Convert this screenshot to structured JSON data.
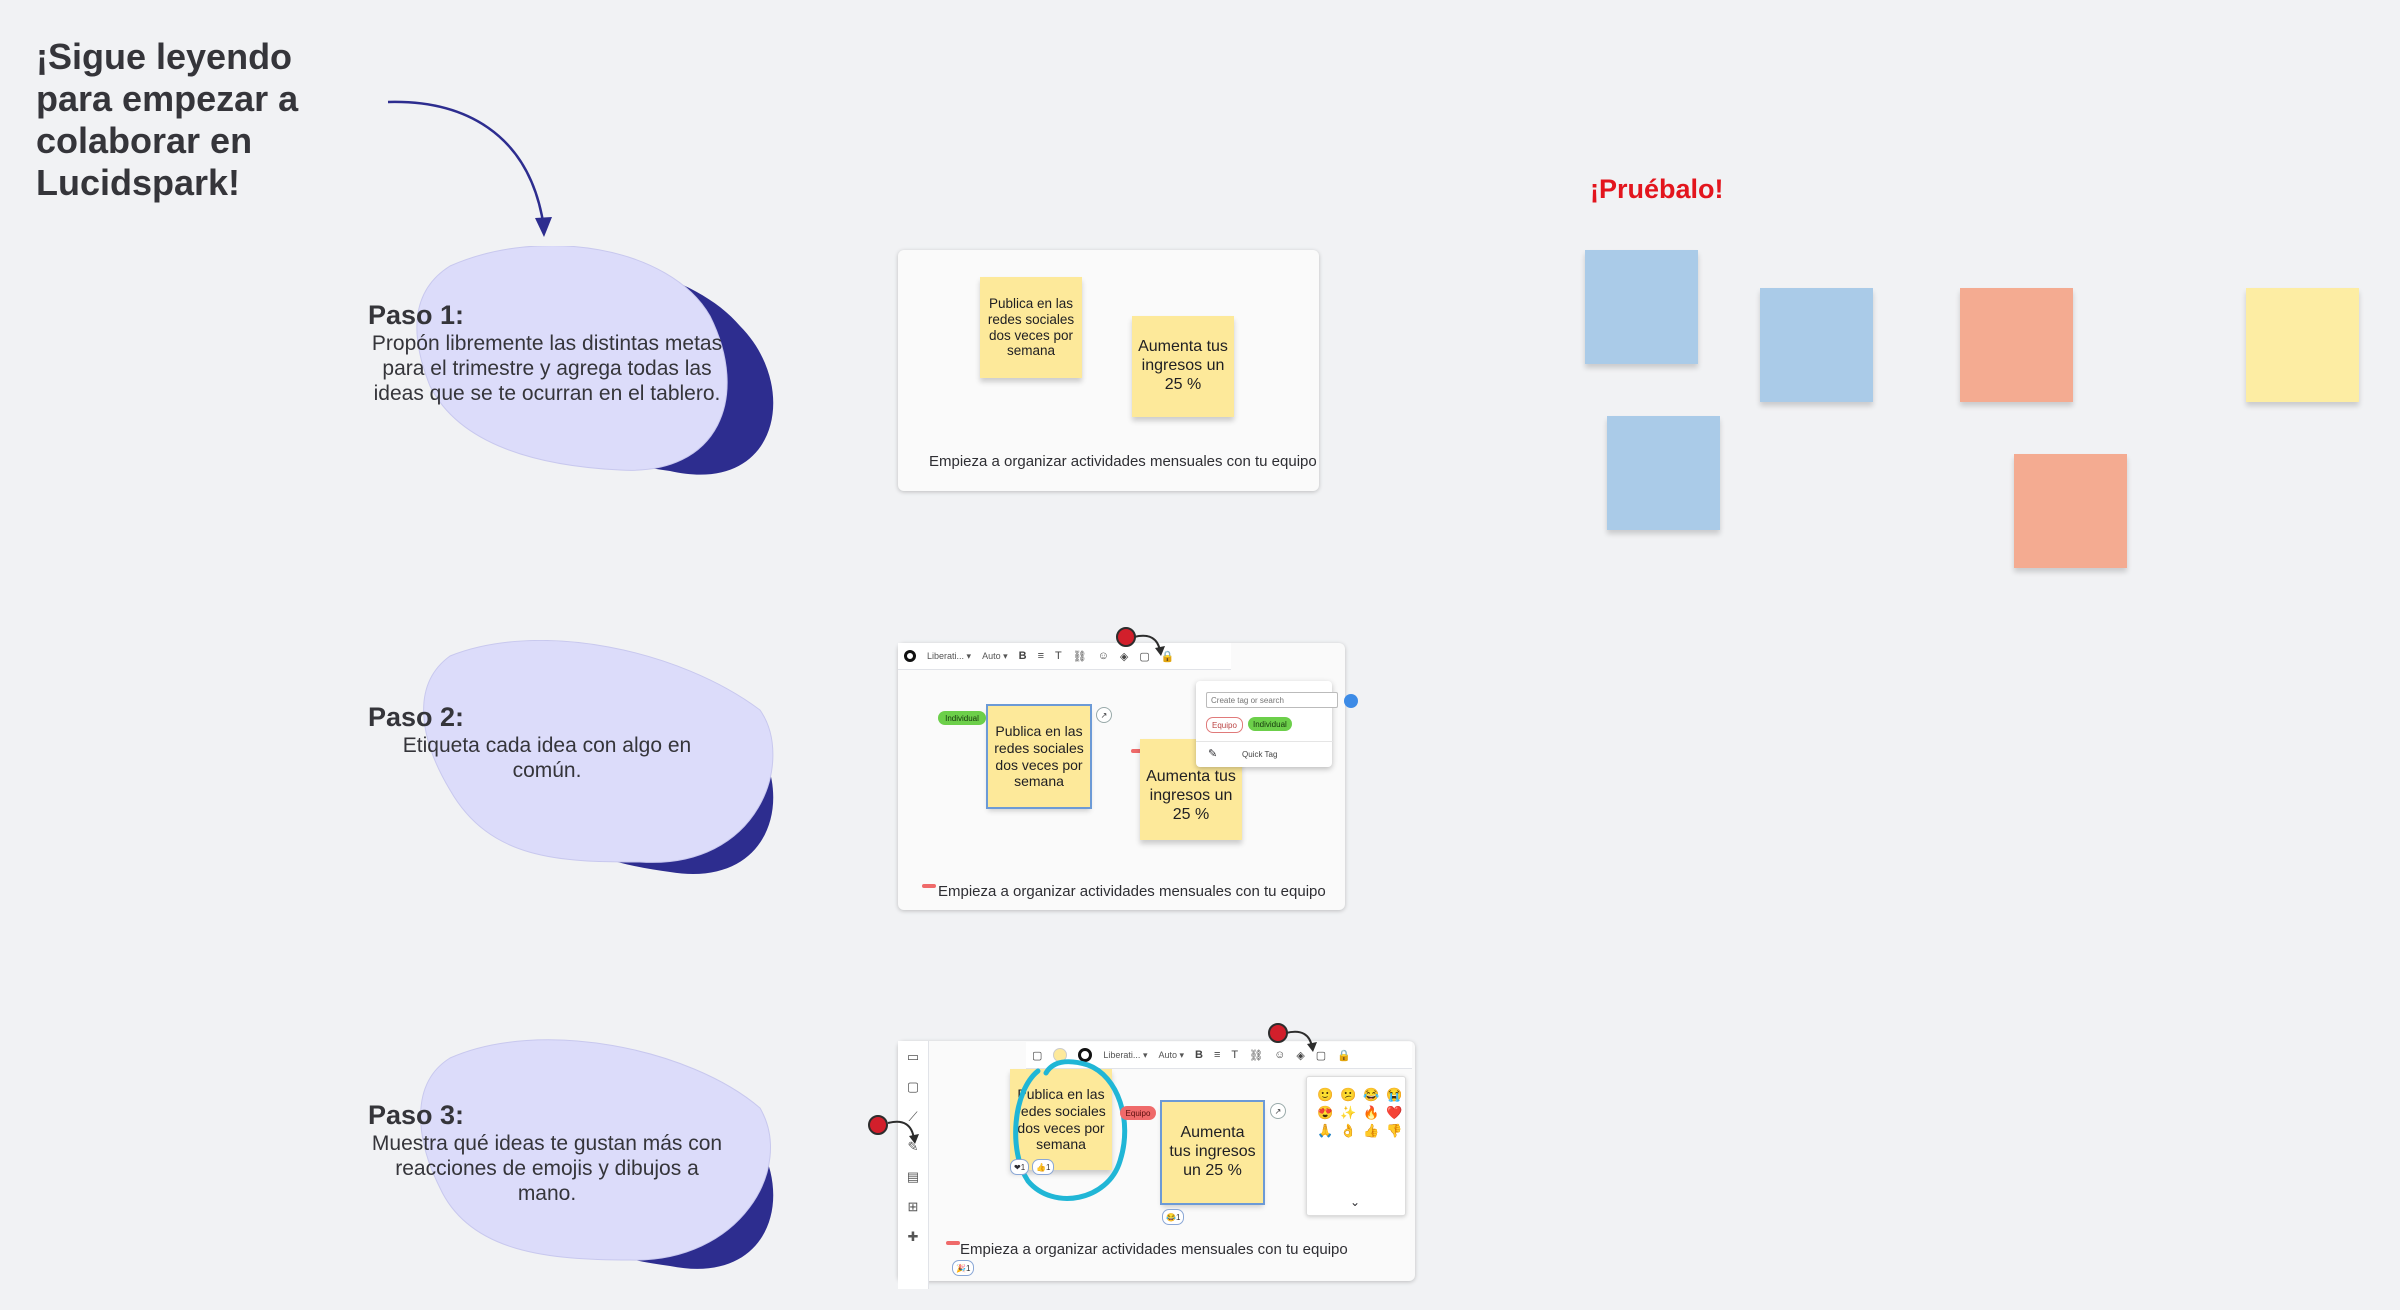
{
  "intro": {
    "line1": "¡Sigue leyendo",
    "line2": "para empezar a",
    "line3": "colaborar en",
    "line4": "Lucidspark!"
  },
  "try_label": "¡Pruébalo!",
  "steps": [
    {
      "title": "Paso 1:",
      "desc": "Propón libremente las distintas metas para el trimestre y agrega todas las ideas que se te ocurran en el tablero."
    },
    {
      "title": "Paso 2:",
      "desc": "Etiqueta cada idea con algo en común."
    },
    {
      "title": "Paso 3:",
      "desc": "Muestra qué ideas te gustan más con reacciones de emojis y dibujos a mano."
    }
  ],
  "example": {
    "note1": "Publica en las redes sociales dos veces por semana",
    "note2": "Aumenta tus ingresos un 25 %",
    "caption": "Empieza a organizar actividades mensuales con tu equipo"
  },
  "toolbar": {
    "font": "Liberati...",
    "size": "Auto"
  },
  "tag_panel": {
    "placeholder": "Create tag or search",
    "tags": [
      "Equipo",
      "Individual"
    ],
    "quick_tag": "Quick Tag"
  },
  "tags_on_board": {
    "individual": "Individual",
    "equipo": "Equipo"
  },
  "reactions": {
    "heart_count": "1",
    "thumbs_count": "1",
    "laugh_count": "1",
    "party_count": "1"
  },
  "emoji_picker": [
    "🙂",
    "😕",
    "😂",
    "😭",
    "😍",
    "✨",
    "🔥",
    "❤️",
    "🙏",
    "👌",
    "👍",
    "👎"
  ],
  "colors": {
    "blob_light": "#dcdcfa",
    "blob_dark": "#2d2d8f",
    "sticky_yellow": "#fde99a",
    "note_blue": "#aacbe8",
    "note_salmon": "#f4ab91",
    "note_yellow": "#fdeda3",
    "accent_red": "#e3151d",
    "lasso_cyan": "#20b6d6"
  }
}
